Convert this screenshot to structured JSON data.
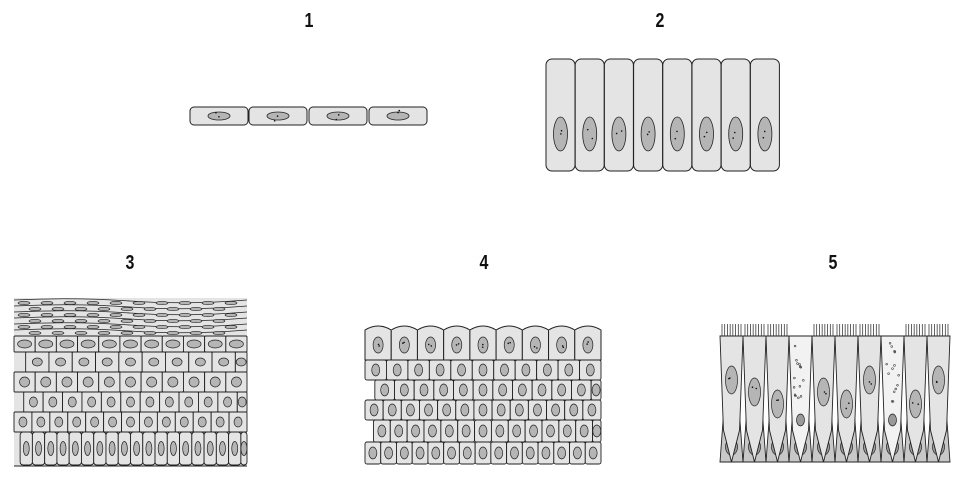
{
  "panels": [
    {
      "label": "1"
    },
    {
      "label": "2"
    },
    {
      "label": "3"
    },
    {
      "label": "4"
    },
    {
      "label": "5"
    }
  ],
  "colors": {
    "cell_fill": "#e4e4e4",
    "cell_stroke": "#222222",
    "nucleus_fill": "#b5b5b5",
    "dark_cell_fill": "#c8c8c8",
    "goblet_fill": "#f2f2f2"
  }
}
